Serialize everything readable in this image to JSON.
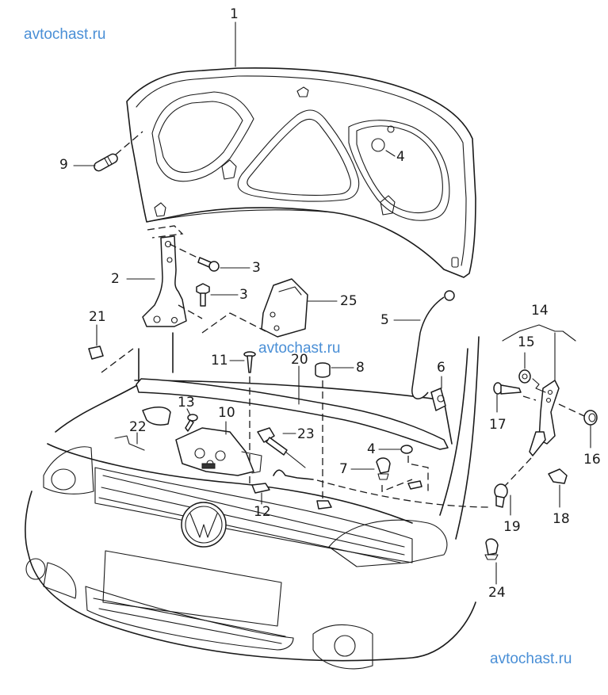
{
  "diagram": {
    "title": "Front hood (bonnet), hinges, latch and release cable — exploded parts view",
    "watermarks": [
      "avtochast.ru",
      "avtochast.ru",
      "avtochast.ru"
    ],
    "callouts": [
      {
        "id": "1",
        "label": "1"
      },
      {
        "id": "2",
        "label": "2"
      },
      {
        "id": "3a",
        "label": "3"
      },
      {
        "id": "3b",
        "label": "3"
      },
      {
        "id": "4a",
        "label": "4"
      },
      {
        "id": "4b",
        "label": "4"
      },
      {
        "id": "5",
        "label": "5"
      },
      {
        "id": "6",
        "label": "6"
      },
      {
        "id": "7",
        "label": "7"
      },
      {
        "id": "8",
        "label": "8"
      },
      {
        "id": "9",
        "label": "9"
      },
      {
        "id": "10",
        "label": "10"
      },
      {
        "id": "11",
        "label": "11"
      },
      {
        "id": "12",
        "label": "12"
      },
      {
        "id": "13",
        "label": "13"
      },
      {
        "id": "14",
        "label": "14"
      },
      {
        "id": "15",
        "label": "15"
      },
      {
        "id": "16",
        "label": "16"
      },
      {
        "id": "17",
        "label": "17"
      },
      {
        "id": "18",
        "label": "18"
      },
      {
        "id": "19",
        "label": "19"
      },
      {
        "id": "20",
        "label": "20"
      },
      {
        "id": "21",
        "label": "21"
      },
      {
        "id": "22",
        "label": "22"
      },
      {
        "id": "23",
        "label": "23"
      },
      {
        "id": "24",
        "label": "24"
      },
      {
        "id": "25",
        "label": "25"
      }
    ],
    "parts": [
      {
        "callout": "1",
        "name": "hood"
      },
      {
        "callout": "2",
        "name": "hood-hinge"
      },
      {
        "callout": "3",
        "name": "hinge-bolt"
      },
      {
        "callout": "4",
        "name": "grommet"
      },
      {
        "callout": "5",
        "name": "hood-prop-rod"
      },
      {
        "callout": "6",
        "name": "prop-rod-holder"
      },
      {
        "callout": "7",
        "name": "clip"
      },
      {
        "callout": "8",
        "name": "rubber-buffer"
      },
      {
        "callout": "9",
        "name": "adjustable-buffer"
      },
      {
        "callout": "10",
        "name": "hood-latch"
      },
      {
        "callout": "11",
        "name": "tapping-screw"
      },
      {
        "callout": "12",
        "name": "cable-clip"
      },
      {
        "callout": "13",
        "name": "latch-bolt"
      },
      {
        "callout": "14",
        "name": "release-lever-assembly"
      },
      {
        "callout": "15",
        "name": "nut"
      },
      {
        "callout": "16",
        "name": "lever-handle-cap"
      },
      {
        "callout": "17",
        "name": "lever-screw"
      },
      {
        "callout": "18",
        "name": "cable-holder"
      },
      {
        "callout": "19",
        "name": "cable-grommet"
      },
      {
        "callout": "20",
        "name": "hood-seal"
      },
      {
        "callout": "21",
        "name": "seal-clip"
      },
      {
        "callout": "22",
        "name": "latch-support"
      },
      {
        "callout": "23",
        "name": "release-cable"
      },
      {
        "callout": "24",
        "name": "cable-retainer"
      },
      {
        "callout": "25",
        "name": "lock-carrier-bracket"
      }
    ]
  }
}
